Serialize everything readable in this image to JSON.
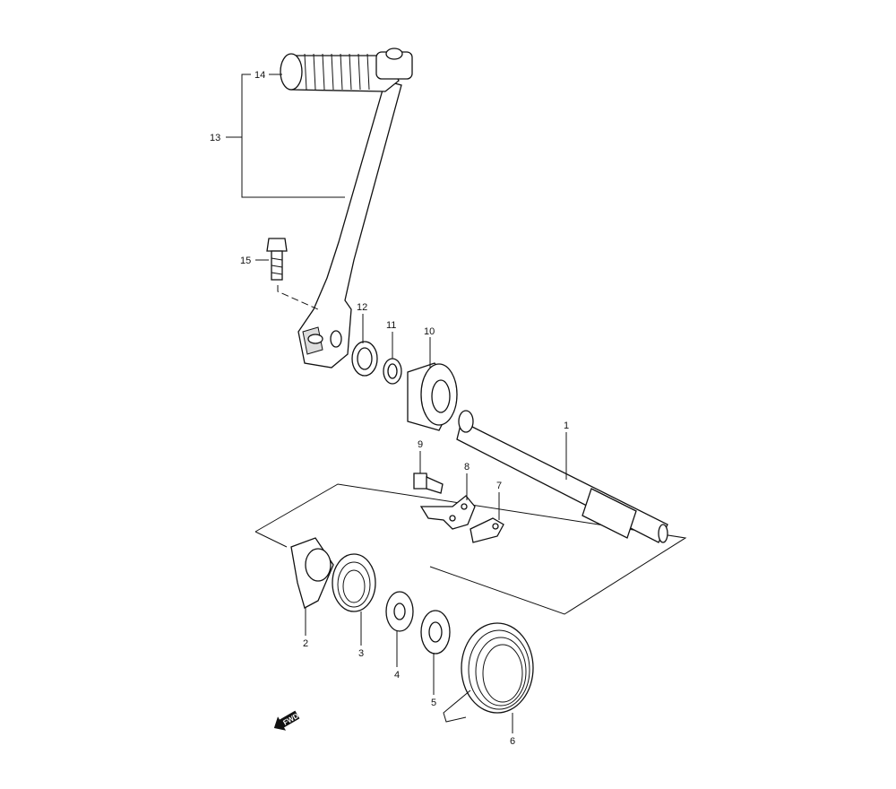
{
  "diagram": {
    "fwd_label": "FWD",
    "callouts": {
      "p1": "1",
      "p2": "2",
      "p3": "3",
      "p4": "4",
      "p5": "5",
      "p6": "6",
      "p7": "7",
      "p8": "8",
      "p9": "9",
      "p10": "10",
      "p11": "11",
      "p12": "12",
      "p13": "13",
      "p14": "14",
      "p15": "15"
    }
  }
}
